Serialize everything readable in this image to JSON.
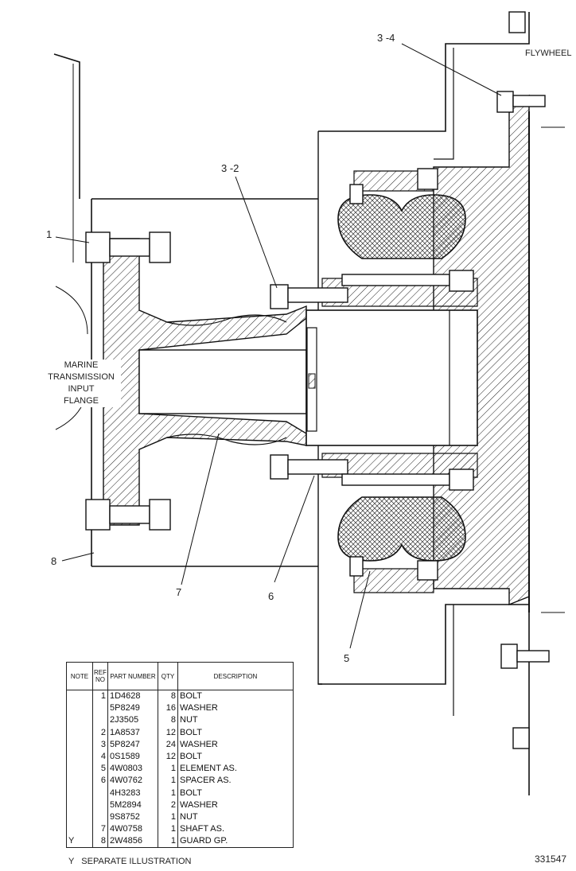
{
  "callouts": {
    "c1": "1",
    "c3_2": "3 -2",
    "c3_4": "3 -4",
    "c5": "5",
    "c6": "6",
    "c7": "7",
    "c8": "8"
  },
  "labels": {
    "flywheel": "FLYWHEEL",
    "marine_lines": [
      "MARINE",
      "TRANSMISSION",
      "INPUT",
      "FLANGE"
    ]
  },
  "parts_table": {
    "headers": {
      "note": "NOTE",
      "ref_no": "REF NO",
      "part_number": "PART NUMBER",
      "qty": "QTY",
      "description": "DESCRIPTION"
    },
    "rows": [
      {
        "note": "",
        "ref": "1",
        "part": "1D4628",
        "qty": "8",
        "desc": "BOLT"
      },
      {
        "note": "",
        "ref": "",
        "part": "5P8249",
        "qty": "16",
        "desc": "WASHER"
      },
      {
        "note": "",
        "ref": "",
        "part": "2J3505",
        "qty": "8",
        "desc": "NUT"
      },
      {
        "note": "",
        "ref": "2",
        "part": "1A8537",
        "qty": "12",
        "desc": "BOLT"
      },
      {
        "note": "",
        "ref": "3",
        "part": "5P8247",
        "qty": "24",
        "desc": "WASHER"
      },
      {
        "note": "",
        "ref": "4",
        "part": "0S1589",
        "qty": "12",
        "desc": "BOLT"
      },
      {
        "note": "",
        "ref": "5",
        "part": "4W0803",
        "qty": "1",
        "desc": "ELEMENT AS."
      },
      {
        "note": "",
        "ref": "6",
        "part": "4W0762",
        "qty": "1",
        "desc": "SPACER AS."
      },
      {
        "note": "",
        "ref": "",
        "part": "4H3283",
        "qty": "1",
        "desc": "BOLT"
      },
      {
        "note": "",
        "ref": "",
        "part": "5M2894",
        "qty": "2",
        "desc": "WASHER"
      },
      {
        "note": "",
        "ref": "",
        "part": "9S8752",
        "qty": "1",
        "desc": "NUT"
      },
      {
        "note": "",
        "ref": "7",
        "part": "4W0758",
        "qty": "1",
        "desc": "SHAFT AS."
      },
      {
        "note": "Y",
        "ref": "8",
        "part": "2W4856",
        "qty": "1",
        "desc": "GUARD GP."
      }
    ]
  },
  "footnote": "Y   SEPARATE ILLUSTRATION",
  "drawing_number": "331547"
}
